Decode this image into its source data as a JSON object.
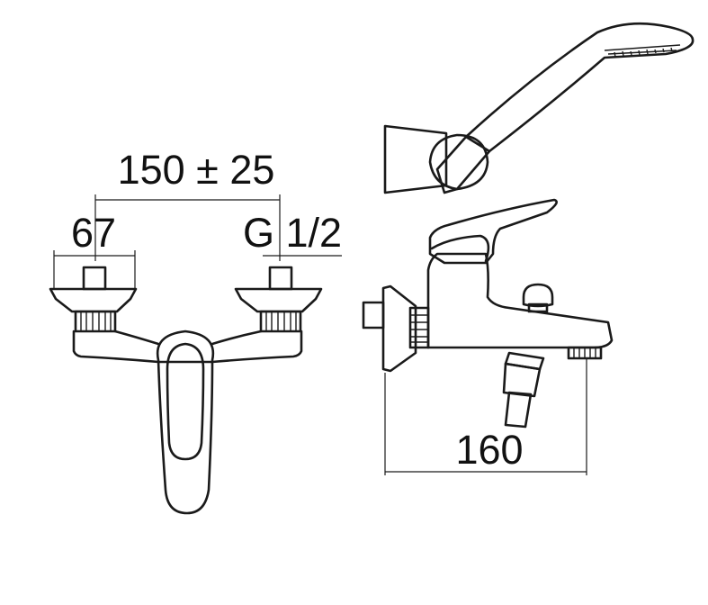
{
  "dimensions": {
    "center_distance": "150 ± 25",
    "depth": "67",
    "thread": "G 1/2",
    "projection": "160"
  },
  "colors": {
    "line": "#1a1a1a",
    "background": "#ffffff"
  }
}
